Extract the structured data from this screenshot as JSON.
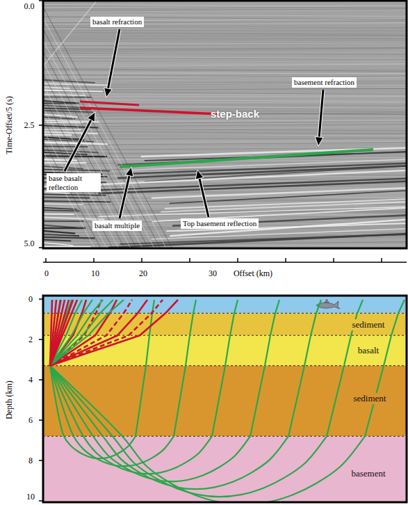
{
  "diagram": {
    "nodes": [
      {
        "text": [
          "basalt refraction"
        ]
      },
      {
        "text": [
          "basement refraction"
        ]
      },
      {
        "text": [
          "base basalt reflection"
        ]
      },
      {
        "text": [
          "basalt multiple"
        ]
      },
      {
        "text": [
          "Top basement reflection"
        ]
      },
      {
        "text": [
          "sediment"
        ]
      },
      {
        "text": [
          "basalt"
        ]
      },
      {
        "text": [
          "sediment"
        ]
      },
      {
        "text": [
          "basement"
        ]
      }
    ],
    "labels": [
      "step-back",
      "0.0",
      "2.5",
      "5.0",
      "Time-Offset/5 (s)",
      "0",
      "10",
      "20",
      "30",
      "Offset (km)",
      "0",
      "2",
      "4",
      "6",
      "8",
      "10",
      "Depth (km)"
    ]
  }
}
